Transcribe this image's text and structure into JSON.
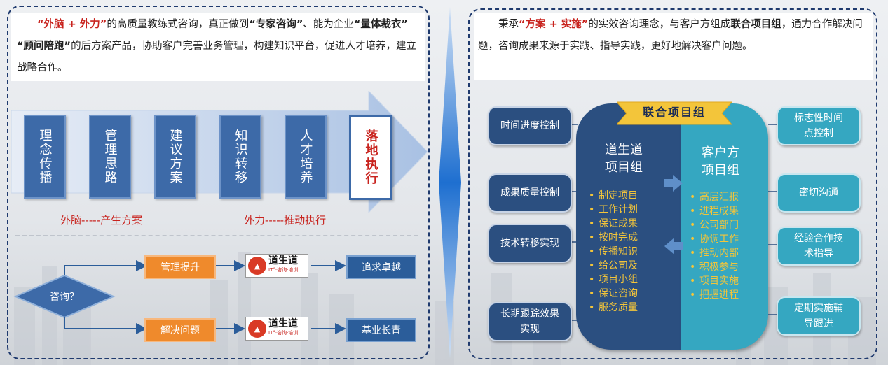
{
  "left": {
    "intro": {
      "p1": "“外脑 + 外力”",
      "p2": "的高质量教练式咨询，真正做到",
      "p3": "“专家咨询”",
      "p4": "、能为企业",
      "p5": "“量体裁衣” “顾问陪跑”",
      "p6": "的后方案产品，协助客户完善业务管理，构建知识平台，促进人才培养，建立战略合作。"
    },
    "steps": [
      "理念传播",
      "管理思路",
      "建议方案",
      "知识转移",
      "人才培养"
    ],
    "final_step": "落地执行",
    "caption_left": "外脑-----产生方案",
    "caption_right": "外力-----推动执行",
    "decision": "咨询？",
    "branch_top": {
      "action": "管理提升",
      "result": "追求卓越"
    },
    "branch_bottom": {
      "action": "解决问题",
      "result": "基业长青"
    },
    "logo": {
      "name": "道生道",
      "sub": "IT°·咨询·培训"
    }
  },
  "right": {
    "intro": {
      "p1": "秉承",
      "p2": "“方案  +  实施”",
      "p3": "的实效咨询理念，与客户方组成",
      "p4": "联合项目组",
      "p5": "，通力合作解决问题，咨询成果来源于实践、指导实践，更好地解决客户问题。"
    },
    "banner": "联合项目组",
    "left_group": {
      "title": "道生道\n项目组",
      "items": [
        "制定项目",
        "工作计划",
        "保证成果",
        "按时完成",
        "传播知识",
        "给公司及",
        "项目小组",
        "保证咨询",
        "服务质量"
      ]
    },
    "right_group": {
      "title": "客户方\n项目组",
      "items": [
        "高层汇报",
        "进程成果",
        "公司部门",
        "协调工作",
        "推动内部",
        "积极参与",
        "项目实施",
        "把握进程"
      ]
    },
    "left_boxes": [
      "时间进度控制",
      "成果质量控制",
      "技术转移实现",
      "长期跟踪效果实现"
    ],
    "right_boxes": [
      "标志性时间点控制",
      "密切沟通",
      "经验合作技术指导",
      "定期实施辅导跟进"
    ]
  },
  "colors": {
    "accent_red": "#c8231e",
    "dark_blue": "#2b4f80",
    "teal": "#35a7c1",
    "orange": "#ef8a2c",
    "banner_gold": "#f3c53a"
  }
}
